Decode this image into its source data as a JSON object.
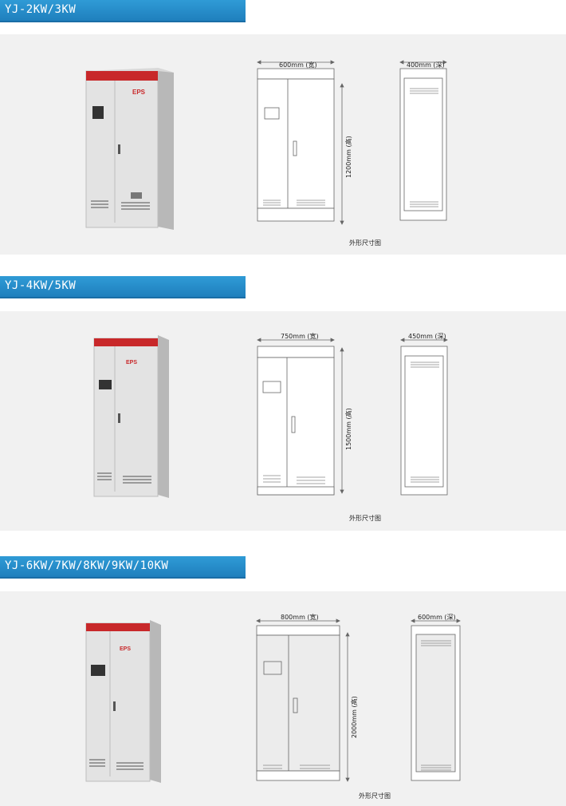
{
  "sections": [
    {
      "model": "YJ-2KW/3KW",
      "width_label": "600mm (宽)",
      "depth_label": "400mm (深)",
      "height_label": "1200mm (高)",
      "caption": "外形尺寸图",
      "badge": "EPS"
    },
    {
      "model": "YJ-4KW/5KW",
      "width_label": "750mm (宽)",
      "depth_label": "450mm (深)",
      "height_label": "1500mm (高)",
      "caption": "外形尺寸图",
      "badge": "EPS"
    },
    {
      "model": "YJ-6KW/7KW/8KW/9KW/10KW",
      "width_label": "800mm (宽)",
      "depth_label": "600mm (深)",
      "height_label": "2000mm (高)",
      "caption": "外形尺寸图",
      "badge": "EPS"
    }
  ],
  "colors": {
    "header_blue": "#2388c8",
    "cabinet_red": "#c8282a",
    "panel_gray": "#f1f1f1"
  }
}
